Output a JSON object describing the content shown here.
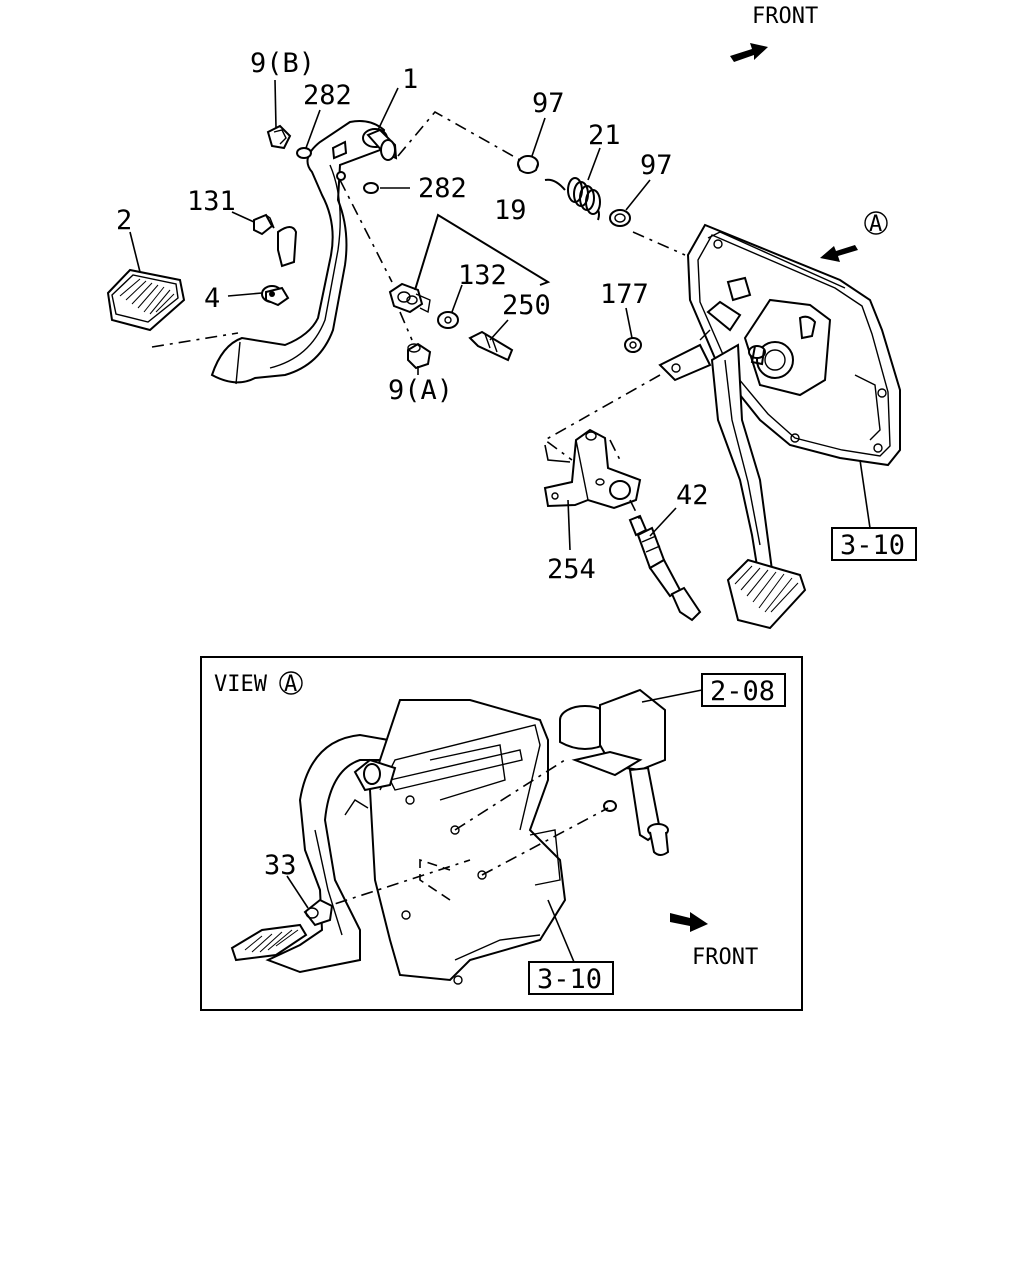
{
  "front_top": "FRONT",
  "view_a_marker": "A",
  "labels": {
    "p1": "1",
    "p2": "2",
    "p4": "4",
    "p9a": "9(A)",
    "p9b": "9(B)",
    "p19": "19",
    "p21": "21",
    "p42": "42",
    "p97a": "97",
    "p97b": "97",
    "p131": "131",
    "p132": "132",
    "p177": "177",
    "p250": "250",
    "p254": "254",
    "p282a": "282",
    "p282b": "282",
    "ref_3_10_top": "3-10"
  },
  "inset": {
    "title": "VIEW",
    "title_marker": "A",
    "p33": "33",
    "ref_2_08": "2-08",
    "ref_3_10": "3-10",
    "front": "FRONT"
  }
}
